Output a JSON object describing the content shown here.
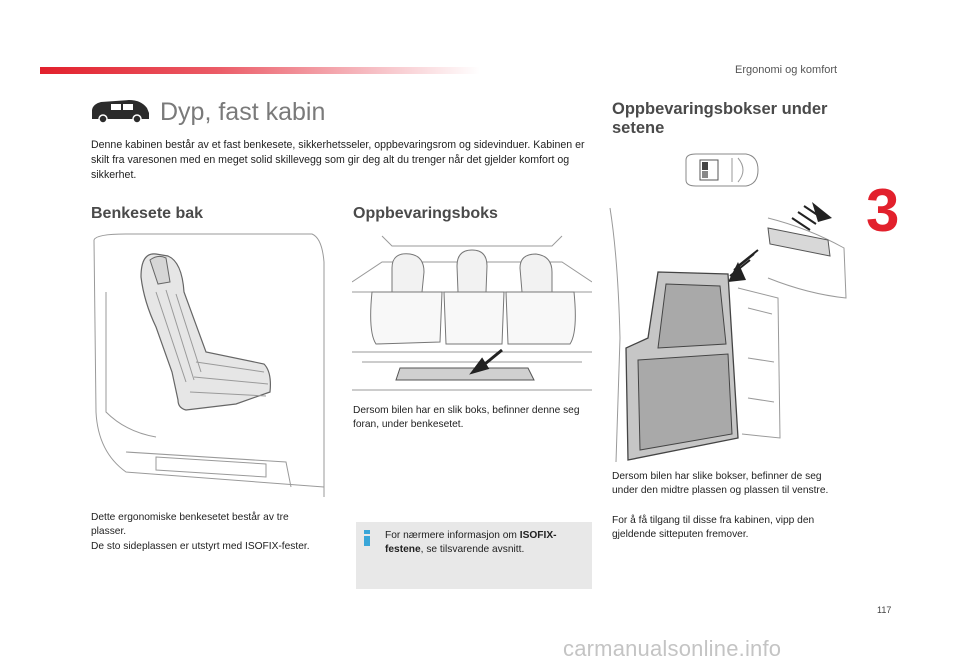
{
  "header": {
    "chapter_title": "Ergonomi og komfort",
    "chapter_number": "3",
    "accent_color": "#e2202c"
  },
  "section": {
    "icon": "van-icon",
    "title": "Dyp, fast kabin",
    "intro": "Denne kabinen består av et fast benkesete, sikkerhetsseler, oppbevaringsrom og sidevinduer. Kabinen er skilt fra varesonen med en meget solid skillevegg som gir deg alt du trenger når det gjelder komfort og sikkerhet."
  },
  "bench": {
    "heading": "Benkesete bak",
    "text_1": "Dette ergonomiske benkesetet består av tre plasser.",
    "text_2": "De sto sideplassen er utstyrt med ISOFIX-fester."
  },
  "storage_box": {
    "heading": "Oppbevaringsboks",
    "text": "Dersom bilen har en slik boks, befinner denne seg foran, under benkesetet."
  },
  "info_box": {
    "icon": "info-icon",
    "prefix": "For nærmere informasjon om ",
    "bold": "ISOFIX-festene",
    "suffix": ", se tilsvarende avsnitt."
  },
  "under_seat": {
    "heading": "Oppbevaringsbokser under setene",
    "text_1": "Dersom bilen har slike bokser, befinner de seg under den midtre plassen og plassen til venstre.",
    "text_2": "For å få tilgang til disse fra kabinen, vipp den gjeldende sitteputen fremover."
  },
  "footer": {
    "page_number": "117",
    "watermark": "carmanualsonline.info"
  }
}
